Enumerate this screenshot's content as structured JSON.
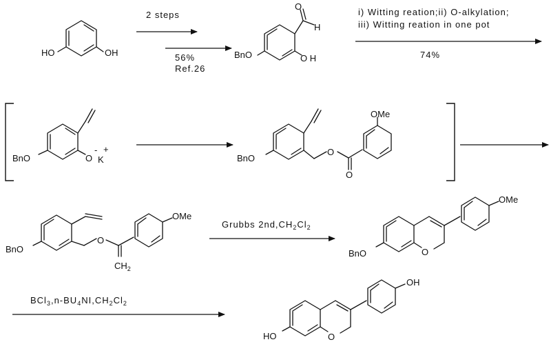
{
  "reactions": {
    "r1": {
      "above": "2 steps",
      "yield": "56%",
      "ref": "Ref.26"
    },
    "r2": {
      "line1": "i) Witting reation;ii) O-alkylation;",
      "line2": "iii) Witting reation in one pot",
      "yield": "74%"
    },
    "r4": {
      "reagent": "Grubbs 2nd,CH",
      "sub": "2",
      "reagent_tail": "Cl",
      "sub2": "2"
    },
    "r5": {
      "a": "BCl",
      "a_sub": "3",
      "b": ",n-BU",
      "b_sub": "4",
      "c": "NI,CH",
      "c_sub": "2",
      "d": "Cl",
      "d_sub": "2"
    }
  },
  "labels": {
    "ho": "HO",
    "oh": "OH",
    "o_h": "O H",
    "aldehyde_o": "O",
    "aldehyde_h": "H",
    "bno": "BnO",
    "o": "O",
    "o_minus": "O",
    "minus": "-",
    "k_plus": "K",
    "plus": "+",
    "ome": "OMe"
  }
}
